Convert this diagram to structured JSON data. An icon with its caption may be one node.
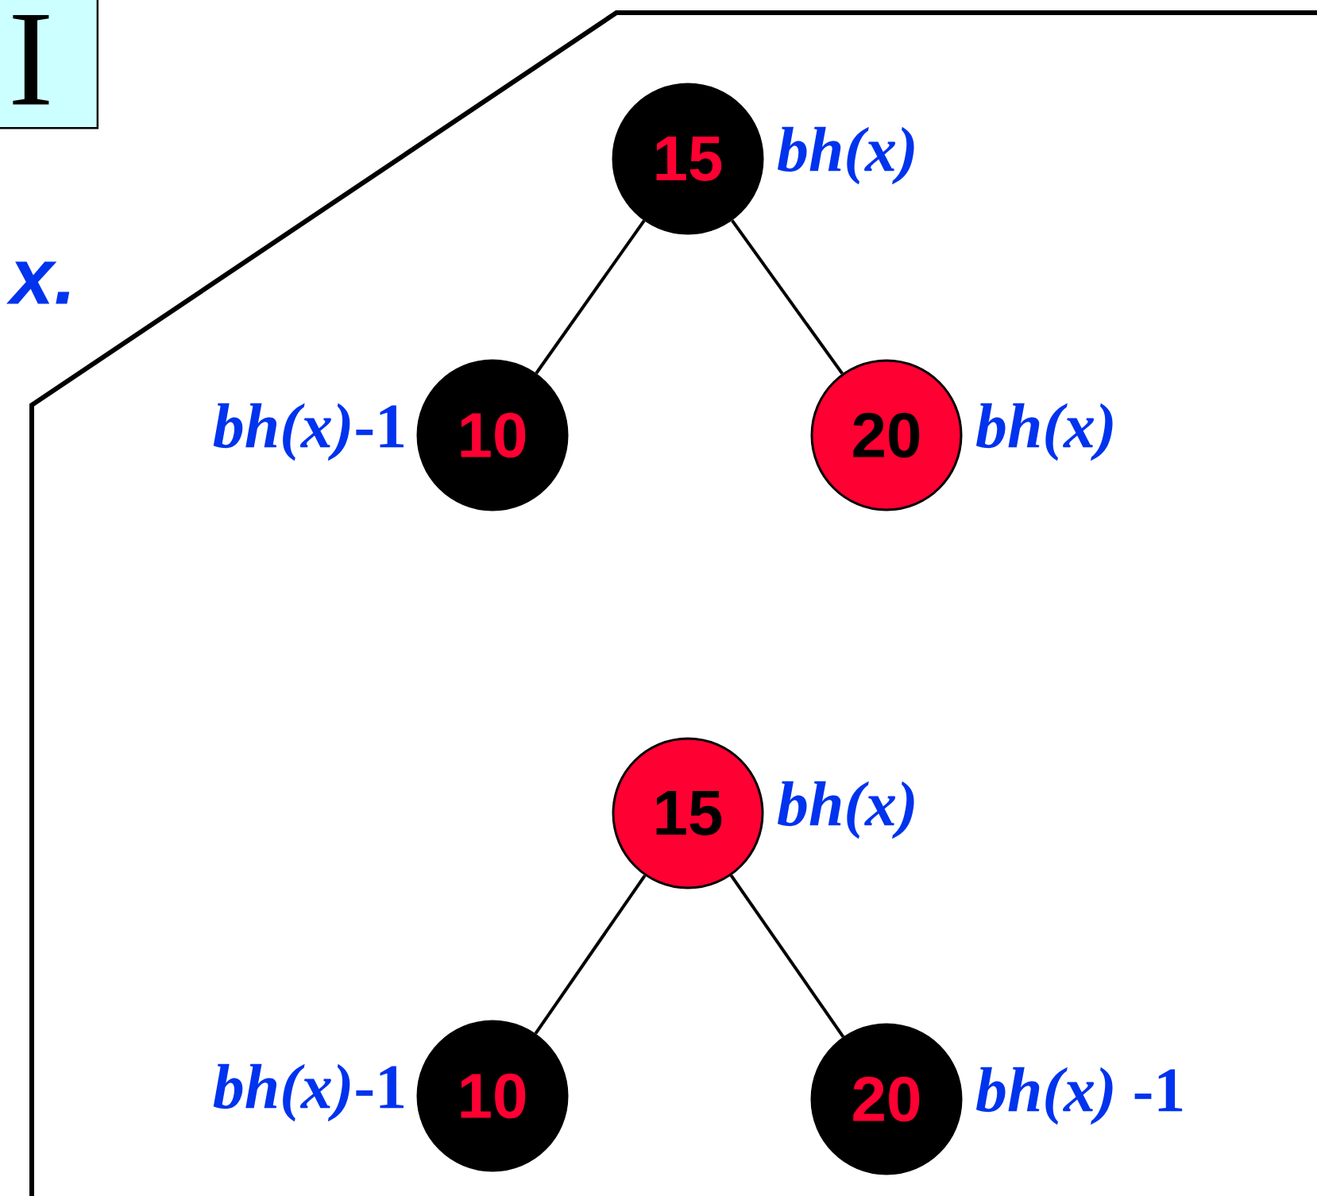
{
  "diagram": {
    "nodes": [
      {
        "text": [
          "15"
        ],
        "beside": [
          "bh(x)"
        ]
      },
      {
        "text": [
          "10"
        ],
        "beside": [
          "*bh(x)*-1"
        ]
      },
      {
        "text": [
          "20"
        ],
        "beside": [
          "bh(x)"
        ]
      },
      {
        "text": [
          "15"
        ],
        "beside": [
          "bh(x)"
        ]
      },
      {
        "text": [
          "10"
        ],
        "beside": [
          "*bh(x)*-1"
        ]
      },
      {
        "text": [
          "20"
        ],
        "beside": [
          "*bh(x)* -1"
        ]
      },
      {
        "text": [
          "I"
        ]
      }
    ],
    "edges": [
      {
        "from": 0,
        "to": 1,
        "arrow": "none"
      },
      {
        "from": 0,
        "to": 2,
        "arrow": "none"
      },
      {
        "from": 3,
        "to": 4,
        "arrow": "none"
      },
      {
        "from": 3,
        "to": 5,
        "arrow": "none"
      }
    ],
    "labels": [
      "x."
    ]
  }
}
